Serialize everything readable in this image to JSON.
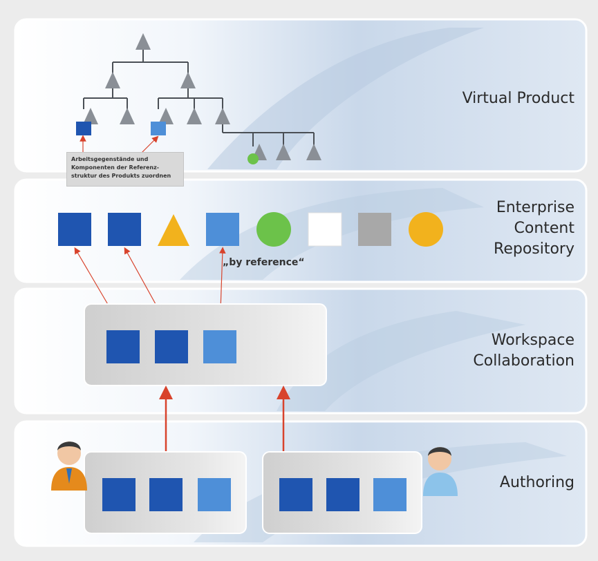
{
  "layers": {
    "virtual_product": {
      "label": "Virtual Product"
    },
    "ecr": {
      "line1": "Enterprise",
      "line2": "Content",
      "line3": "Repository"
    },
    "workspace": {
      "line1": "Workspace",
      "line2": "Collaboration"
    },
    "authoring": {
      "label": "Authoring"
    }
  },
  "note": {
    "line1": "Arbeitsgegenstände und",
    "line2": "Komponenten der Referenz-",
    "line3": "struktur des Produkts zuordnen"
  },
  "by_reference": "„by reference“",
  "colors": {
    "dark_blue": "#1f55b0",
    "light_blue": "#4e8fd8",
    "orange": "#f2b21d",
    "green": "#6cc24a",
    "white": "#ffffff",
    "gray": "#a8a8a8",
    "tree_gray": "#8a8f96",
    "arrow_red": "#d8432c"
  },
  "icons": [
    "person-icon-orange",
    "person-icon-blue"
  ]
}
